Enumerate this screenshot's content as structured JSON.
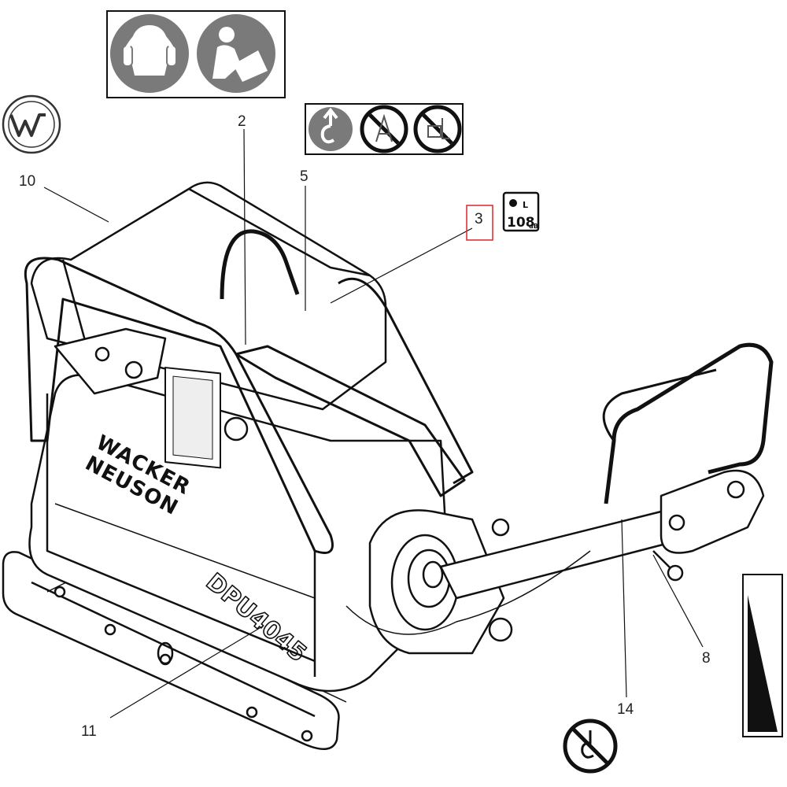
{
  "callouts": [
    {
      "id": "2",
      "label": "2"
    },
    {
      "id": "3",
      "label": "3"
    },
    {
      "id": "5",
      "label": "5"
    },
    {
      "id": "8",
      "label": "8"
    },
    {
      "id": "10",
      "label": "10"
    },
    {
      "id": "11",
      "label": "11"
    },
    {
      "id": "14",
      "label": "14"
    }
  ],
  "highlighted_callout": "3",
  "machine": {
    "brand_line1": "WACKER",
    "brand_line2": "NEUSON",
    "model": "DPU4045"
  },
  "decals": {
    "noise_level": "108",
    "noise_unit": "dB",
    "noise_symbol": "L",
    "safety_icons": [
      "ear-protection-icon",
      "read-manual-icon"
    ],
    "lifting_icons": [
      "lift-point-icon",
      "no-lifting-icon",
      "no-forklift-icon"
    ],
    "wacker-logo": "w-logo-icon",
    "no-lift-icon": "no-hook-icon"
  },
  "colors": {
    "line": "#111111",
    "decal_fill": "#7a7a7a",
    "highlight": "#d9262b"
  }
}
